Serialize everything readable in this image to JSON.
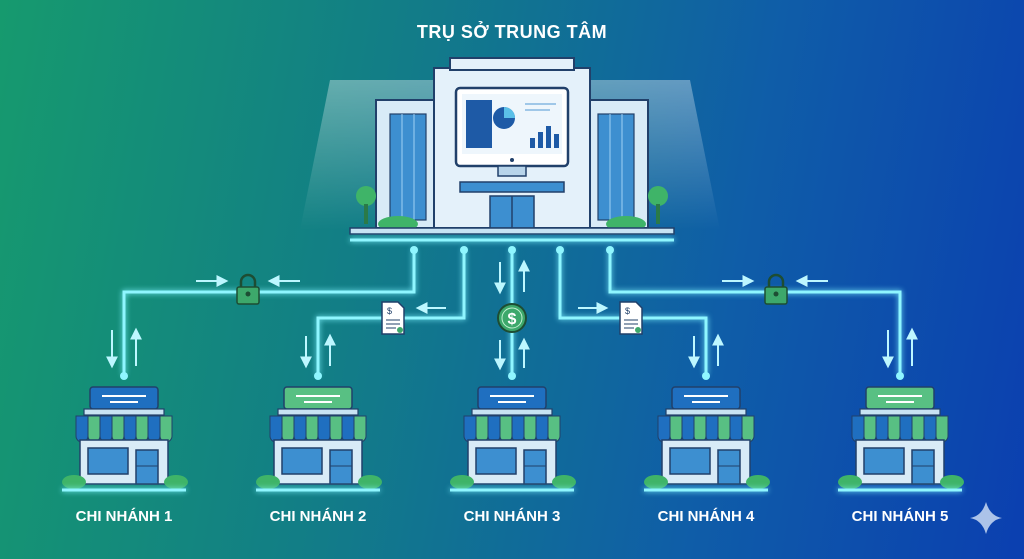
{
  "headquarters": {
    "title": "TRỤ SỞ TRUNG TÂM"
  },
  "branches": [
    {
      "label": "CHI NHÁNH 1"
    },
    {
      "label": "CHI NHÁNH 2"
    },
    {
      "label": "CHI NHÁNH 3"
    },
    {
      "label": "CHI NHÁNH 4"
    },
    {
      "label": "CHI NHÁNH 5"
    }
  ],
  "colors": {
    "line": "#8ff6ff",
    "building": "#d8ebf7",
    "window": "#3d8fd0",
    "awning_blue": "#1f6fc0",
    "awning_green": "#58c083",
    "badge_green": "#3da86b",
    "bush": "#3fb468"
  },
  "icons": [
    "lock-icon",
    "document-icon",
    "dollar-coin-icon",
    "sparkle-icon"
  ]
}
